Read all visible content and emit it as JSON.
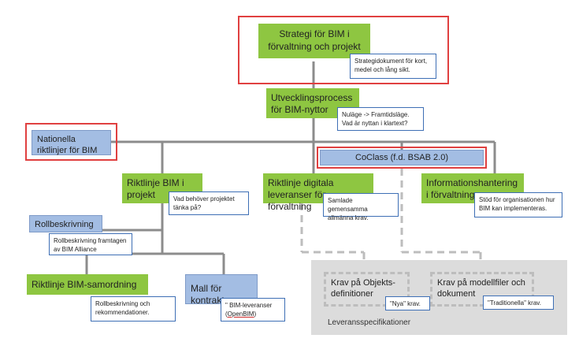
{
  "nodes": {
    "strategi": "Strategi för BIM i förvaltning och projekt",
    "utveckling": "Utvecklingsprocess för BIM-nyttor",
    "nationella": "Nationella riktlinjer för BIM",
    "coclass": "CoClass (f.d. BSAB 2.0)",
    "riktlinje_projekt": "Riktlinje BIM i projekt",
    "riktlinje_digitala": "Riktlinje digitala leveranser för förvaltning",
    "informationshantering": "Informationshantering i förvaltning",
    "rollbeskrivning": "Rollbeskrivning",
    "samordning": "Riktlinje BIM-samordning",
    "mall": "Mall för kontrakt",
    "krav_objekt": "Krav på Objekts-definitioner",
    "krav_modell": "Krav på modellfiler och dokument",
    "leverans_label": "Leveransspecifikationer"
  },
  "notes": {
    "strategi": "Strategidokument för kort, medel och lång sikt.",
    "utveckling": "Nuläge -> Framtidsläge. Vad är nyttan i klartext?",
    "projekt": "Vad behöver projektet tänka på?",
    "digitala": "Samlade gemensamma allmänna krav.",
    "informations": "Stöd för organisationen hur BIM kan implementeras.",
    "rollbeskrivning": "Rollbeskrivning framtagen av BIM Alliance",
    "samordning": "Rollbeskrivning och rekommendationer.",
    "mall_pre": "\" BIM-leveranser (",
    "mall_link": "OpenBIM",
    "mall_post": ")",
    "nya": "\"Nya\" krav.",
    "traditionella": "\"Traditionella\" krav."
  },
  "colors": {
    "green": "#8ec641",
    "blue": "#a3bde3",
    "note_border": "#3e6fb5",
    "red_frame": "#e04040",
    "connector": "#8c8c8c",
    "dashed": "#bdbdbd",
    "panel": "#dcdcdc"
  }
}
